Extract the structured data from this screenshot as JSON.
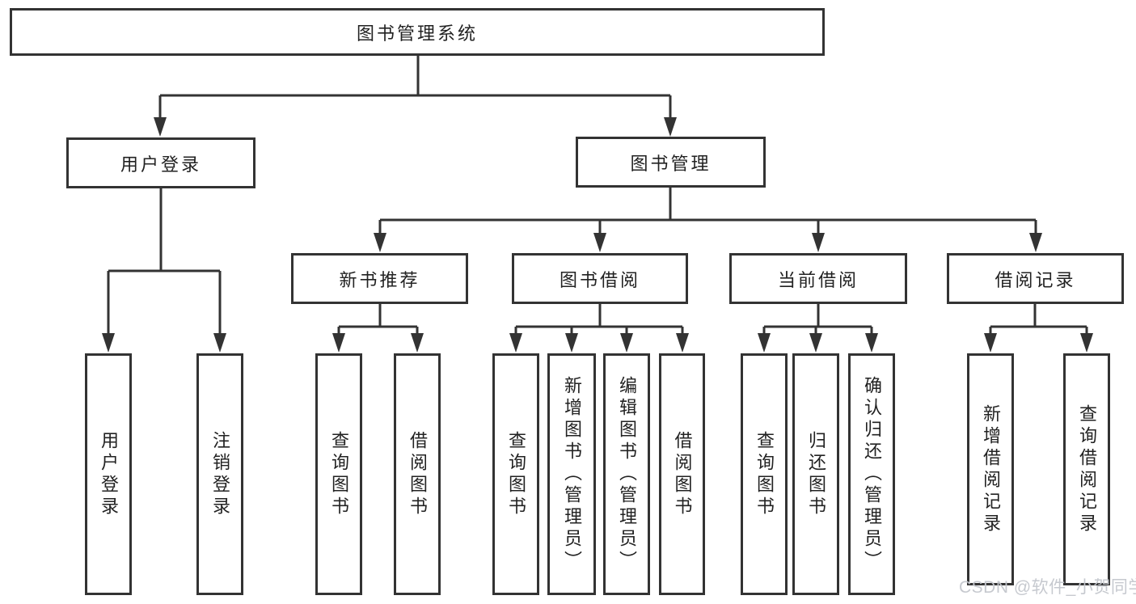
{
  "colors": {
    "line": "#333333",
    "text": "#222222",
    "bg": "#ffffff",
    "watermark": "#c4c7cd"
  },
  "watermark": {
    "text": "CSDN @软件_小贺同学"
  },
  "tree": {
    "root": "图书管理系统",
    "branches": [
      {
        "label": "用户登录",
        "leaves": [
          "用户登录",
          "注销登录"
        ]
      },
      {
        "label": "图书管理",
        "sections": [
          {
            "label": "新书推荐",
            "leaves": [
              "查询图书",
              "借阅图书"
            ]
          },
          {
            "label": "图书借阅",
            "leaves": [
              "查询图书",
              "新增图书（管理员）",
              "编辑图书（管理员）",
              "借阅图书"
            ]
          },
          {
            "label": "当前借阅",
            "leaves": [
              "查询图书",
              "归还图书",
              "确认归还（管理员）"
            ]
          },
          {
            "label": "借阅记录",
            "leaves": [
              "新增借阅记录",
              "查询借阅记录"
            ]
          }
        ]
      }
    ]
  }
}
